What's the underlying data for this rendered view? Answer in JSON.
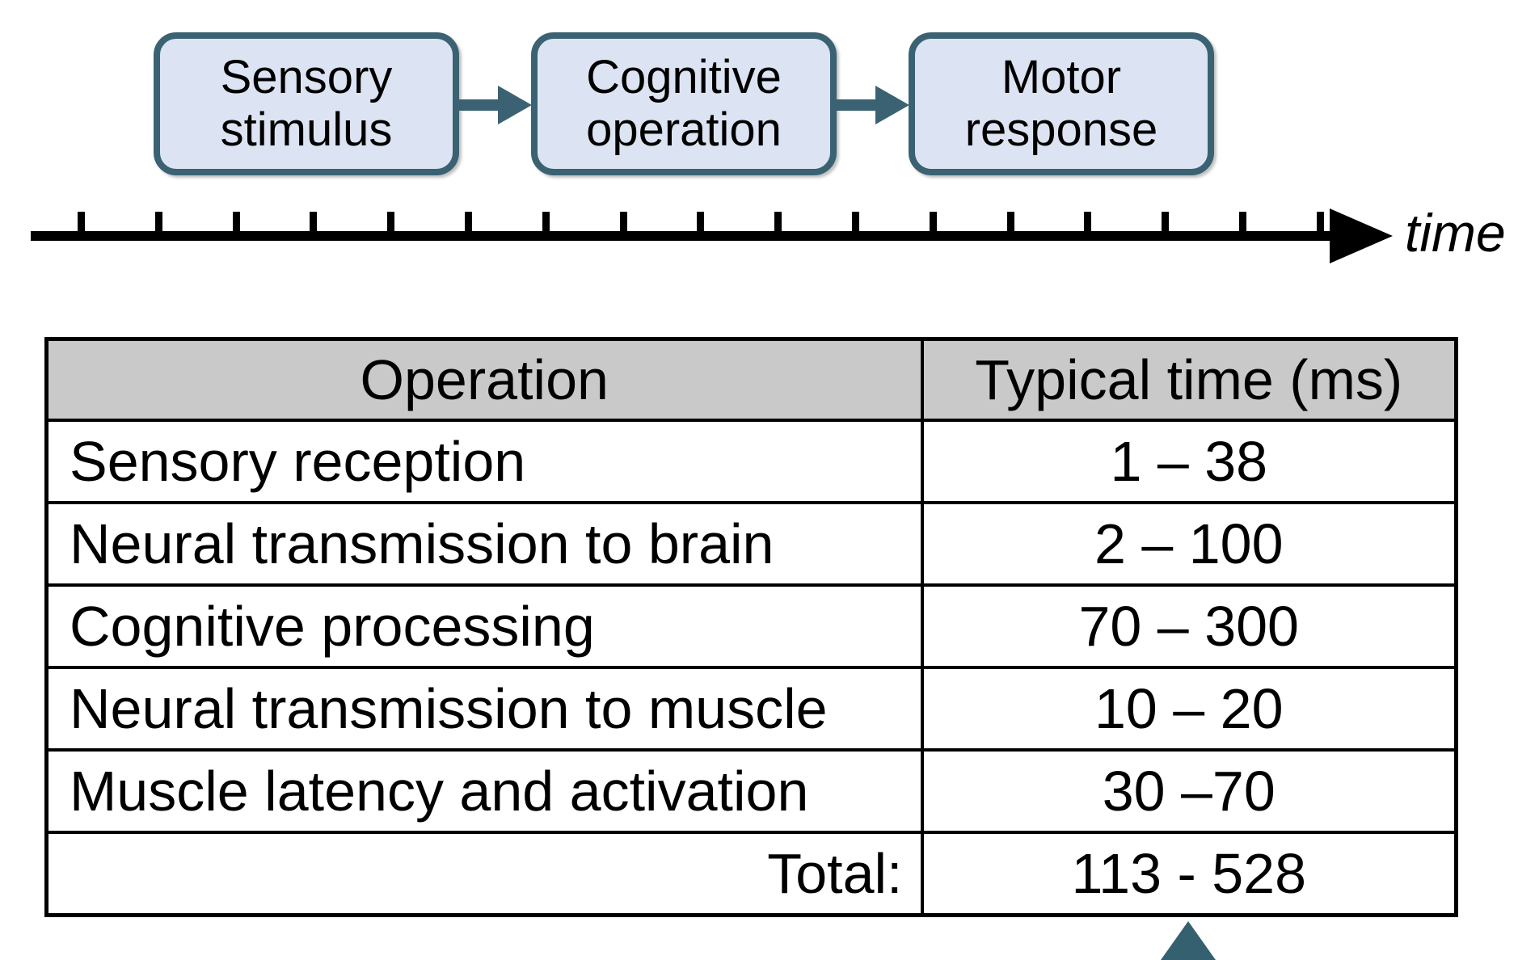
{
  "diagram": {
    "boxes": [
      {
        "line1": "Sensory",
        "line2": "stimulus"
      },
      {
        "line1": "Cognitive",
        "line2": "operation"
      },
      {
        "line1": "Motor",
        "line2": "response"
      }
    ],
    "box_fill_color": "#dce3f2",
    "box_border_color": "#3a6272",
    "connector_arrow_color": "#3a6272"
  },
  "timeline": {
    "label": "time",
    "tick_count": 17,
    "line_color": "#000000"
  },
  "table": {
    "headers": [
      "Operation",
      "Typical time (ms)"
    ],
    "header_bg_color": "#c9c9c9",
    "rows": [
      {
        "operation": "Sensory reception",
        "time": "1 – 38"
      },
      {
        "operation": "Neural transmission to brain",
        "time": "2 – 100"
      },
      {
        "operation": "Cognitive processing",
        "time": "70 – 300"
      },
      {
        "operation": "Neural transmission to muscle",
        "time": "10 – 20"
      },
      {
        "operation": "Muscle latency and activation",
        "time": "30 –70"
      },
      {
        "operation": "Total:",
        "time": "113 - 528",
        "is_total": true
      }
    ]
  },
  "annotation": {
    "total_pointer_color": "#34606f"
  }
}
